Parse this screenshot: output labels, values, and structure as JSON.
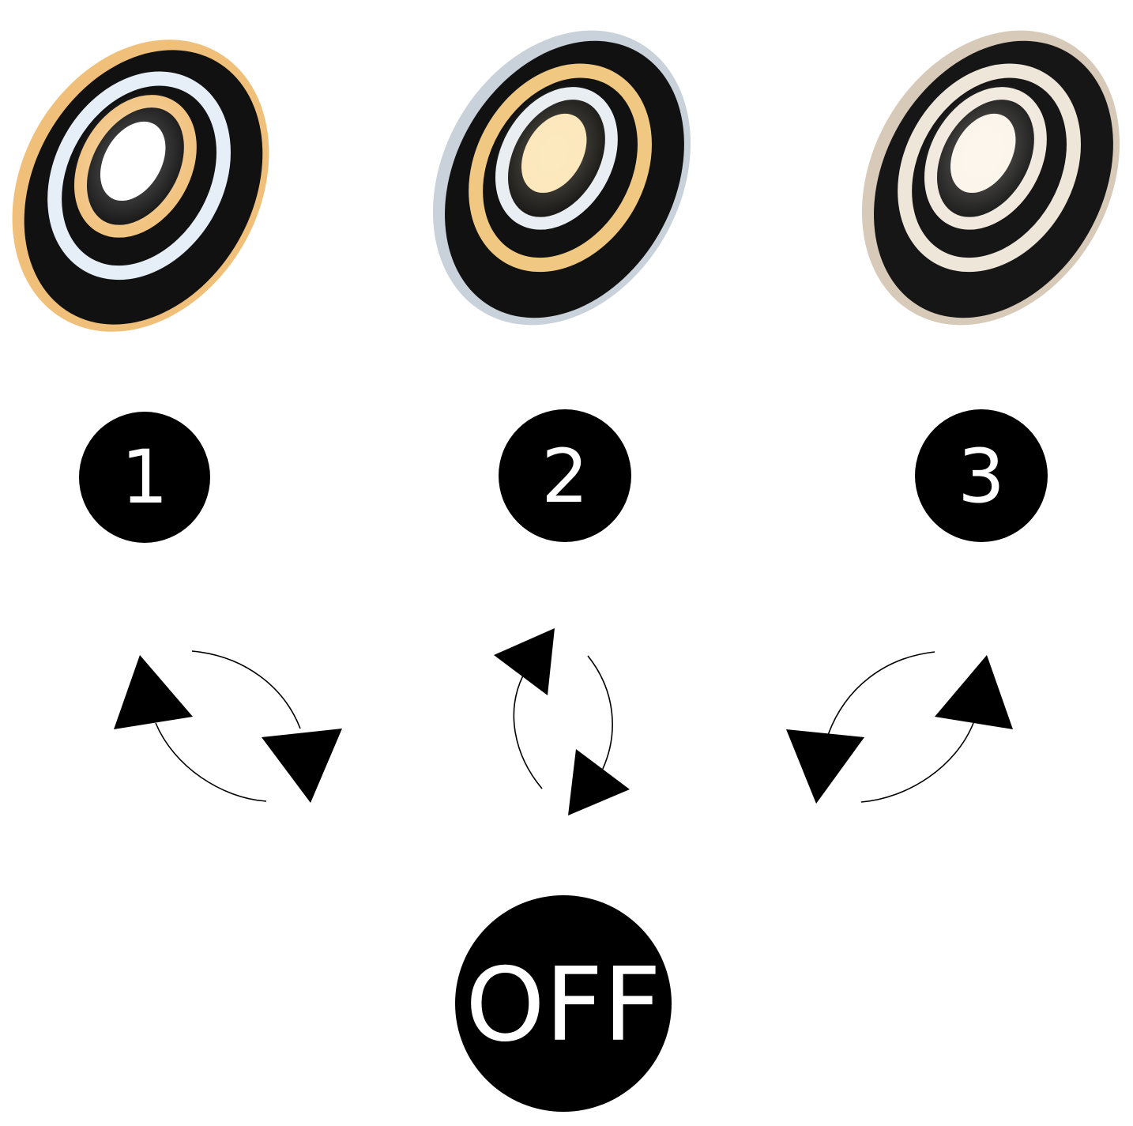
{
  "modes": [
    {
      "label": "1",
      "lamp": {
        "outer_ring": "#f0c07a",
        "middle_ring": "#e6eef8",
        "inner_ring": "#f2c482",
        "center": "#ffffff",
        "body": "#111111"
      }
    },
    {
      "label": "2",
      "lamp": {
        "outer_ring": "#c9d2da",
        "middle_ring": "#f0c882",
        "inner_ring": "#e8eef4",
        "center": "#fbe6b8",
        "body": "#111111"
      }
    },
    {
      "label": "3",
      "lamp": {
        "outer_ring": "#d8cab8",
        "middle_ring": "#efe6da",
        "inner_ring": "#f1e9de",
        "center": "#fbf4ea",
        "body": "#161616"
      }
    }
  ],
  "off": {
    "label": "OFF"
  },
  "colors": {
    "badge": "#000000",
    "badge_text": "#ffffff",
    "arrow": "#000000",
    "background": "#ffffff"
  }
}
